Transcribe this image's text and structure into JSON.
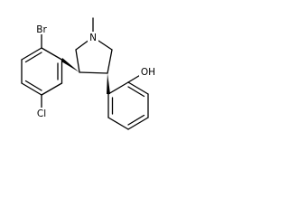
{
  "structure": {
    "atom_labels": {
      "n": "N",
      "br": "Br",
      "oh": "OH",
      "cl": "Cl"
    }
  }
}
